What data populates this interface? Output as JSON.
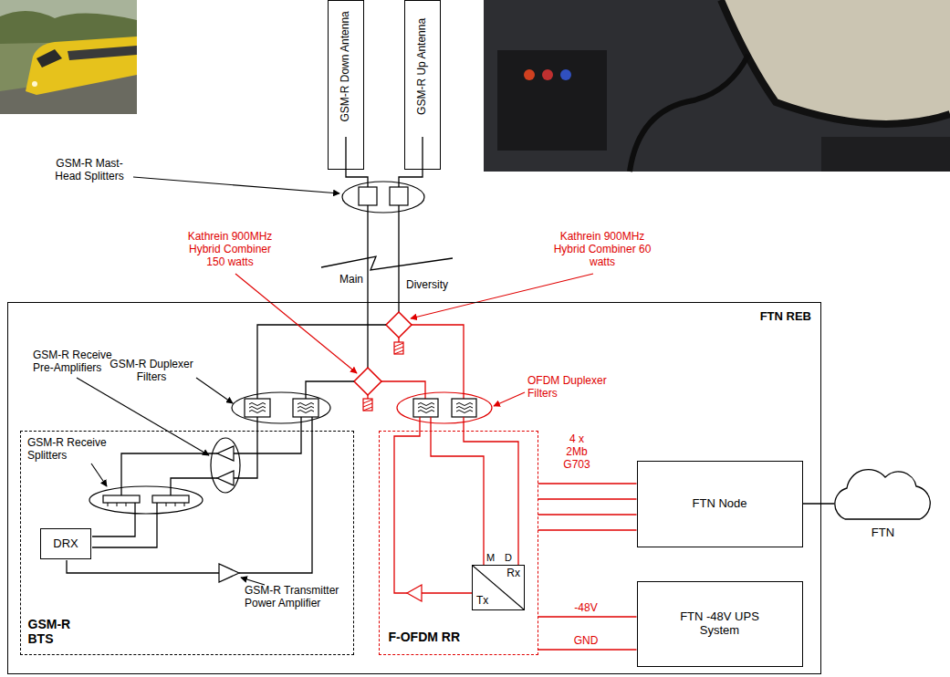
{
  "diagram": {
    "nodes": [
      {
        "text": [
          "GSM-R Down Antenna"
        ]
      },
      {
        "text": [
          "GSM-R Up Antenna"
        ]
      },
      {
        "text": [
          "FTN REB"
        ]
      },
      {
        "text": [
          "GSM-R BTS"
        ],
        "in": 2
      },
      {
        "text": [
          "DRX"
        ],
        "in": 3
      },
      {
        "text": [
          "F-OFDM RR"
        ],
        "in": 2
      },
      {
        "text": [
          "Rx",
          "Tx"
        ],
        "in": 5
      },
      {
        "text": [
          "FTN Node"
        ],
        "in": 2
      },
      {
        "text": [
          "FTN -48V UPS System"
        ],
        "in": 2
      },
      {
        "text": [
          "FTN"
        ]
      }
    ],
    "edges": [
      {
        "from": 5,
        "to": 7,
        "arrow": "none",
        "label": "4 x 2Mb G703"
      },
      {
        "from": 5,
        "to": 7,
        "arrow": "none"
      },
      {
        "from": 5,
        "to": 7,
        "arrow": "none"
      },
      {
        "from": 5,
        "to": 7,
        "arrow": "none"
      },
      {
        "from": 5,
        "to": 8,
        "arrow": "none",
        "label": "-48V"
      },
      {
        "from": 5,
        "to": 8,
        "arrow": "none",
        "label": "GND"
      },
      {
        "from": 7,
        "to": 9,
        "arrow": "none"
      }
    ],
    "labels": [
      "GSM-R Mast-Head Splitters",
      "Kathrein 900MHz Hybrid Combiner 150 watts",
      "Kathrein 900MHz Hybrid Combiner 60 watts",
      "Main",
      "Diversity",
      "GSM-R Receive Pre-Amplifiers",
      "GSM-R Duplexer Filters",
      "OFDM Duplexer Filters",
      "GSM-R Receive Splitters",
      "GSM-R Transmitter Power Amplifier",
      "M",
      "D"
    ]
  }
}
